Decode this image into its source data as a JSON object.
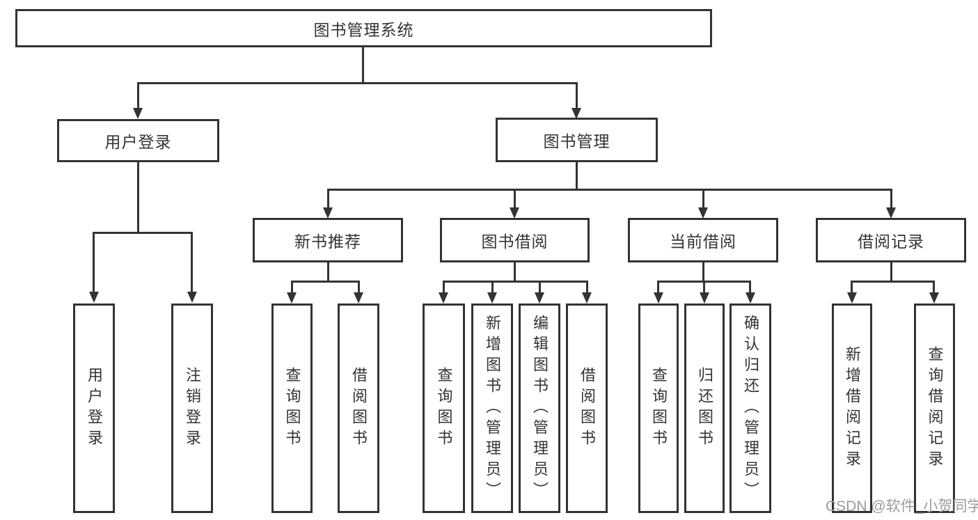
{
  "root": {
    "label": "图书管理系统"
  },
  "user_login": {
    "label": "用户登录",
    "children": [
      {
        "label": "用户登录"
      },
      {
        "label": "注销登录"
      }
    ]
  },
  "book_mgmt": {
    "label": "图书管理",
    "children": [
      {
        "label": "新书推荐",
        "children": [
          {
            "label": "查询图书"
          },
          {
            "label": "借阅图书"
          }
        ]
      },
      {
        "label": "图书借阅",
        "children": [
          {
            "label": "查询图书"
          },
          {
            "label": "新增图书（管理员）"
          },
          {
            "label": "编辑图书（管理员）"
          },
          {
            "label": "借阅图书"
          }
        ]
      },
      {
        "label": "当前借阅",
        "children": [
          {
            "label": "查询图书"
          },
          {
            "label": "归还图书"
          },
          {
            "label": "确认归还（管理员）"
          }
        ]
      },
      {
        "label": "借阅记录",
        "children": [
          {
            "label": "新增借阅记录"
          },
          {
            "label": "查询借阅记录"
          }
        ]
      }
    ]
  },
  "watermark": "CSDN @软件_小贺同学",
  "colors": {
    "line": "#333333",
    "text": "#333333",
    "box_background": "#ffffff",
    "page_background": "#ffffff",
    "watermark": "#9b9b9b"
  }
}
